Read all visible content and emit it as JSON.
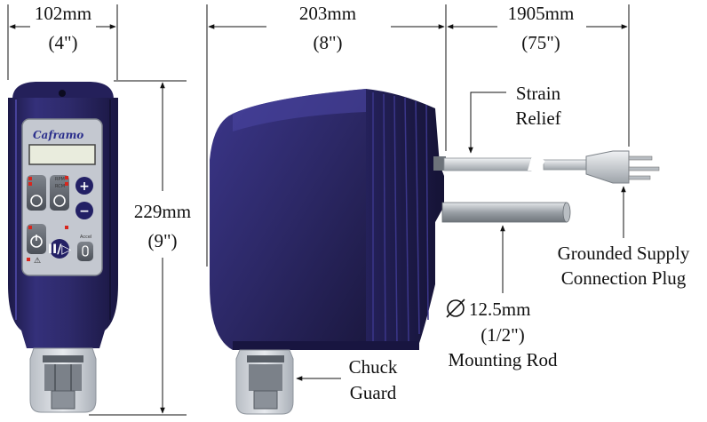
{
  "dimensions": {
    "width_mm": "102mm",
    "width_in": "(4\")",
    "depth_mm": "203mm",
    "depth_in": "(8\")",
    "cord_mm": "1905mm",
    "cord_in": "(75\")",
    "height_mm": "229mm",
    "height_in": "(9\")"
  },
  "callouts": {
    "strain_relief_1": "Strain",
    "strain_relief_2": "Relief",
    "plug_1": "Grounded Supply",
    "plug_2": "Connection Plug",
    "rod_1": "12.5mm",
    "rod_2": "(1/2\")",
    "rod_3": "Mounting Rod",
    "guard_1": "Chuck",
    "guard_2": "Guard"
  },
  "panel": {
    "brand": "Caframo",
    "label_rpm": "RPM",
    "label_rcm": "RCM",
    "label_accel": "Accel",
    "label_hold": "Accel"
  },
  "colors": {
    "housing": "#2e2a6b",
    "housing_dark": "#1d1a4a",
    "panel": "#c8ccd4",
    "guard": "#d6dadf",
    "rod": "#9aa0a6",
    "led": "#d7261e"
  }
}
